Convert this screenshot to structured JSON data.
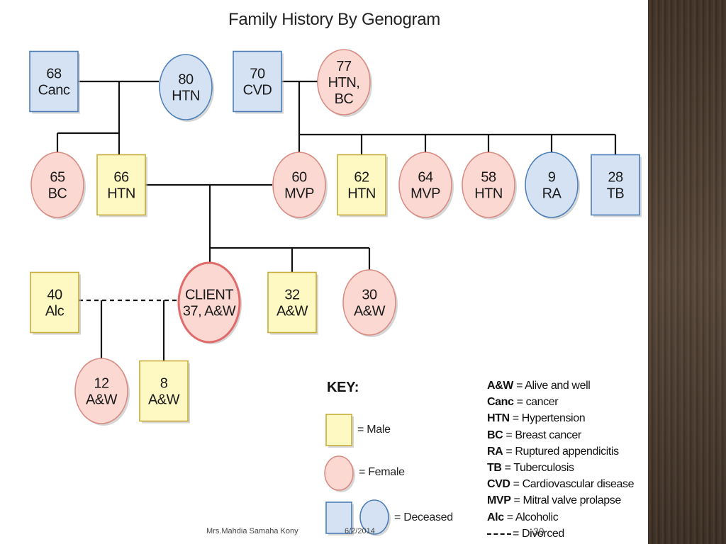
{
  "title": "Family History By Genogram",
  "colors": {
    "male_fill": "#fef9c3",
    "male_stroke": "#c6ad3a",
    "female_fill": "#fbd8d2",
    "female_stroke": "#d98b82",
    "deceased_fill": "#d5e2f4",
    "deceased_stroke": "#4c7fb8",
    "client_stroke": "#e06b6b",
    "line": "#111111"
  },
  "nodes": [
    {
      "id": "gp1_m",
      "shape": "square",
      "status": "deceased",
      "lines": [
        "68",
        "Canc"
      ]
    },
    {
      "id": "gp1_f",
      "shape": "circle",
      "status": "deceased",
      "lines": [
        "80",
        "HTN"
      ]
    },
    {
      "id": "gp2_m",
      "shape": "square",
      "status": "deceased",
      "lines": [
        "70",
        "CVD"
      ]
    },
    {
      "id": "gp2_f",
      "shape": "circle",
      "status": "female",
      "lines": [
        "77",
        "HTN,",
        "BC"
      ]
    },
    {
      "id": "aunt65",
      "shape": "circle",
      "status": "female",
      "lines": [
        "65",
        "BC"
      ]
    },
    {
      "id": "father66",
      "shape": "square",
      "status": "male",
      "lines": [
        "66",
        "HTN"
      ]
    },
    {
      "id": "mother60",
      "shape": "circle",
      "status": "female",
      "lines": [
        "60",
        "MVP"
      ]
    },
    {
      "id": "uncle62",
      "shape": "square",
      "status": "male",
      "lines": [
        "62",
        "HTN"
      ]
    },
    {
      "id": "aunt64",
      "shape": "circle",
      "status": "female",
      "lines": [
        "64",
        "MVP"
      ]
    },
    {
      "id": "aunt58",
      "shape": "circle",
      "status": "female",
      "lines": [
        "58",
        "HTN"
      ]
    },
    {
      "id": "aunt9",
      "shape": "circle",
      "status": "deceased",
      "lines": [
        "9",
        "RA"
      ]
    },
    {
      "id": "uncle28",
      "shape": "square",
      "status": "deceased",
      "lines": [
        "28",
        "TB"
      ]
    },
    {
      "id": "exhusband40",
      "shape": "square",
      "status": "male",
      "lines": [
        "40",
        "Alc"
      ]
    },
    {
      "id": "client",
      "shape": "circle",
      "status": "client",
      "lines": [
        "CLIENT",
        "37, A&W"
      ]
    },
    {
      "id": "brother32",
      "shape": "square",
      "status": "male",
      "lines": [
        "32",
        "A&W"
      ]
    },
    {
      "id": "sister30",
      "shape": "circle",
      "status": "female",
      "lines": [
        "30",
        "A&W"
      ]
    },
    {
      "id": "daughter12",
      "shape": "circle",
      "status": "female",
      "lines": [
        "12",
        "A&W"
      ]
    },
    {
      "id": "son8",
      "shape": "square",
      "status": "male",
      "lines": [
        "8",
        "A&W"
      ]
    }
  ],
  "key": {
    "title": "KEY:",
    "male_label": "= Male",
    "female_label": "= Female",
    "deceased_label": "= Deceased"
  },
  "abbreviations": [
    {
      "abbr": "A&W",
      "meaning": "= Alive and well"
    },
    {
      "abbr": "Canc",
      "meaning": "= cancer"
    },
    {
      "abbr": "HTN",
      "meaning": "= Hypertension"
    },
    {
      "abbr": "BC",
      "meaning": "= Breast cancer"
    },
    {
      "abbr": "RA",
      "meaning": "= Ruptured appendicitis"
    },
    {
      "abbr": "TB",
      "meaning": "= Tuberculosis"
    },
    {
      "abbr": "CVD",
      "meaning": "= Cardiovascular disease"
    },
    {
      "abbr": "MVP",
      "meaning": "= Mitral valve prolapse"
    },
    {
      "abbr": "Alc",
      "meaning": "= Alcoholic"
    }
  ],
  "divorced_label": "= Divorced",
  "footer": {
    "author": "Mrs.Mahdia Samaha Kony",
    "date": "6/2/2014",
    "page": "30"
  }
}
